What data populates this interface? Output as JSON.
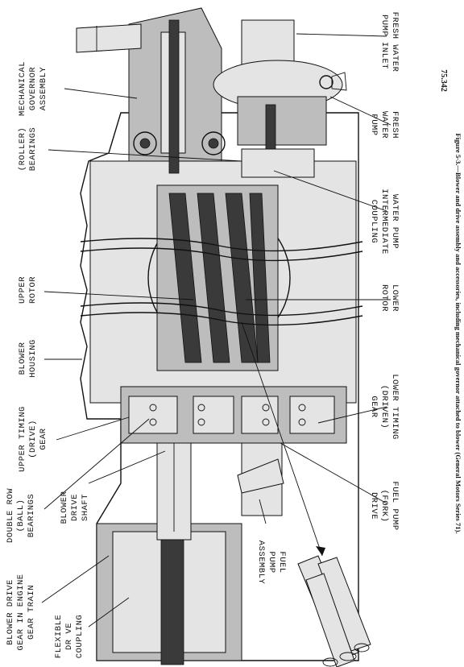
{
  "labels": {
    "fresh_water_pump_inlet": [
      "FRESH WATER",
      "PUMP INLET"
    ],
    "fresh_water_pump": [
      "FRESH",
      "WATER",
      "PUMP"
    ],
    "water_pump_coupling": [
      "WATER PUMP",
      "INTERMEDIATE",
      "COUPLING"
    ],
    "lower_rotor": [
      "LOWER",
      "ROTOR"
    ],
    "lower_timing_gear": [
      "LOWER TIMING",
      "(DRIVEN)",
      "GEAR"
    ],
    "fuel_pump_drive": [
      "FUEL PUMP",
      "(FORK)",
      "DRIVE"
    ],
    "fuel_pump_assembly": [
      "FUEL",
      "PUMP",
      "ASSEMBLY"
    ],
    "mechanical_governor": [
      "MECHANICAL",
      "GOVERNOR",
      "ASSEMBLY"
    ],
    "roller_bearings": [
      "(ROLLER)",
      "BEARINGS"
    ],
    "upper_rotor": [
      "UPPER",
      "ROTOR"
    ],
    "blower_housing": [
      "BLOWER",
      "HOUSING"
    ],
    "upper_timing_gear": [
      "UPPER TIMING",
      "(DRIVE)",
      "GEAR"
    ],
    "double_row_bearings": [
      "DOUBLE ROW",
      "(BALL)",
      "BEARINGS"
    ],
    "blower_drive_shaft": [
      "BLOWER",
      "DRIVE",
      "SHAFT"
    ],
    "blower_drive_gear": [
      "BLOWER DRIVE",
      "GEAR IN ENGINE",
      "GEAR TRAIN"
    ],
    "flexible_drive_coupling": [
      "FLEXIBLE",
      "DR VE",
      "COUPLING"
    ]
  },
  "figure_number": "75.342",
  "caption": "Figure 5-3.—Blower and drive assembly and accessories, including mechanical governor attached to blower (General Motors Series 71)."
}
